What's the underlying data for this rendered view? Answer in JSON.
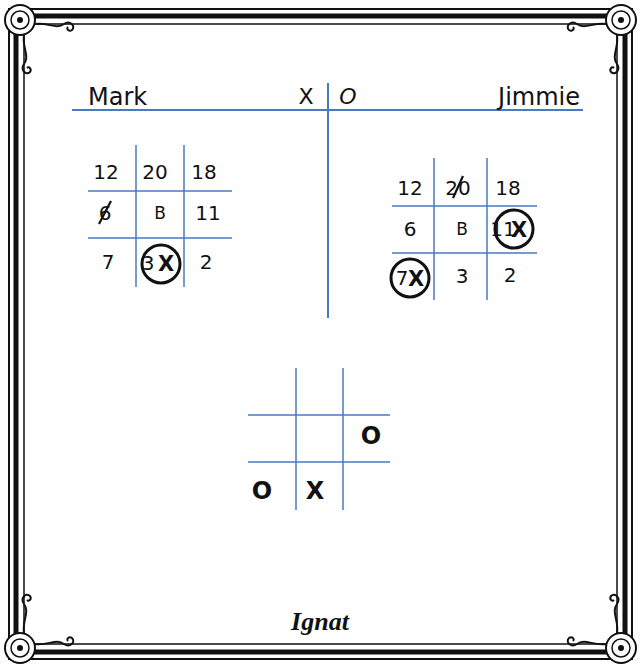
{
  "diagram": {
    "labels": [
      "Mark",
      "X",
      "O",
      "Jimmie",
      "12",
      "20",
      "18",
      "6",
      "B",
      "11",
      "7",
      "3",
      "2",
      "X",
      "12",
      "20",
      "18",
      "6",
      "B",
      "11",
      "7",
      "3",
      "2",
      "X",
      "X",
      "O",
      "O",
      "X",
      "Ignat"
    ]
  }
}
